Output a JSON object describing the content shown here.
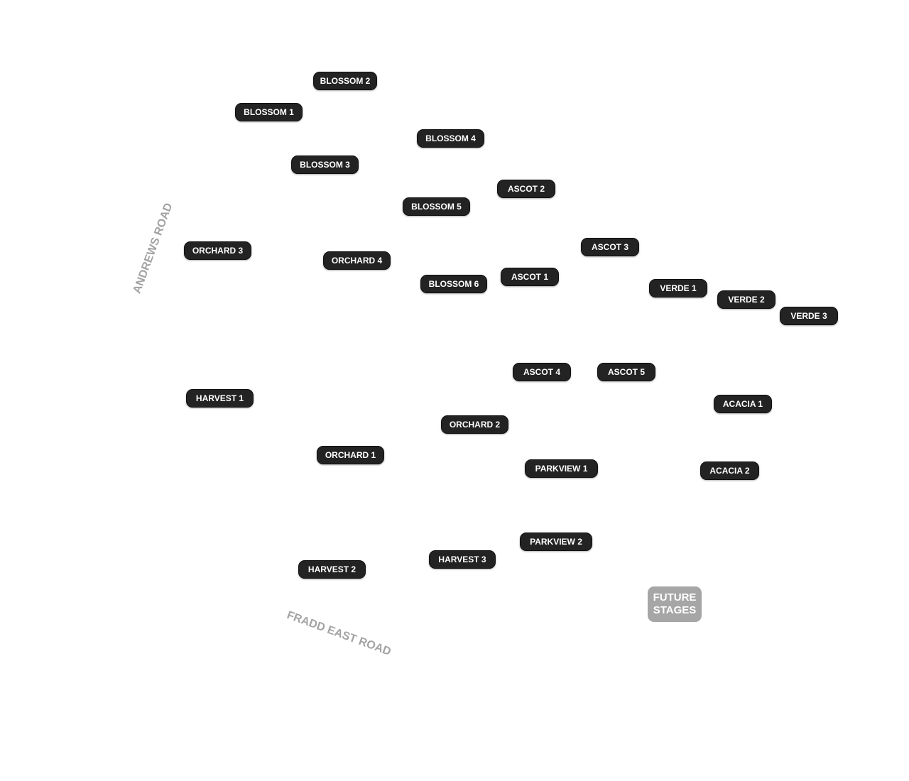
{
  "roads": {
    "andrews": "ANDREWS ROAD",
    "fradd": "FRADD EAST ROAD"
  },
  "future": {
    "line1": "FUTURE",
    "line2": "STAGES"
  },
  "stages": [
    {
      "key": "blossom-2",
      "label": "BLOSSOM 2"
    },
    {
      "key": "blossom-1",
      "label": "BLOSSOM 1"
    },
    {
      "key": "blossom-4",
      "label": "BLOSSOM 4"
    },
    {
      "key": "blossom-3",
      "label": "BLOSSOM 3"
    },
    {
      "key": "ascot-2",
      "label": "ASCOT 2"
    },
    {
      "key": "blossom-5",
      "label": "BLOSSOM 5"
    },
    {
      "key": "orchard-3",
      "label": "ORCHARD 3"
    },
    {
      "key": "ascot-3",
      "label": "ASCOT 3"
    },
    {
      "key": "orchard-4",
      "label": "ORCHARD 4"
    },
    {
      "key": "ascot-1",
      "label": "ASCOT 1"
    },
    {
      "key": "blossom-6",
      "label": "BLOSSOM 6"
    },
    {
      "key": "verde-1",
      "label": "VERDE 1"
    },
    {
      "key": "verde-2",
      "label": "VERDE 2"
    },
    {
      "key": "verde-3",
      "label": "VERDE 3"
    },
    {
      "key": "ascot-4",
      "label": "ASCOT 4"
    },
    {
      "key": "ascot-5",
      "label": "ASCOT 5"
    },
    {
      "key": "harvest-1",
      "label": "HARVEST 1"
    },
    {
      "key": "acacia-1",
      "label": "ACACIA 1"
    },
    {
      "key": "orchard-2",
      "label": "ORCHARD 2"
    },
    {
      "key": "orchard-1",
      "label": "ORCHARD 1"
    },
    {
      "key": "parkview-1",
      "label": "PARKVIEW 1"
    },
    {
      "key": "acacia-2",
      "label": "ACACIA 2"
    },
    {
      "key": "parkview-2",
      "label": "PARKVIEW 2"
    },
    {
      "key": "harvest-3",
      "label": "HARVEST 3"
    },
    {
      "key": "harvest-2",
      "label": "HARVEST 2"
    }
  ],
  "colors": {
    "pill_background": "#232323",
    "pill_text": "#ffffff",
    "future_background": "#a6a6a6",
    "road_text": "#a3a3a3"
  }
}
